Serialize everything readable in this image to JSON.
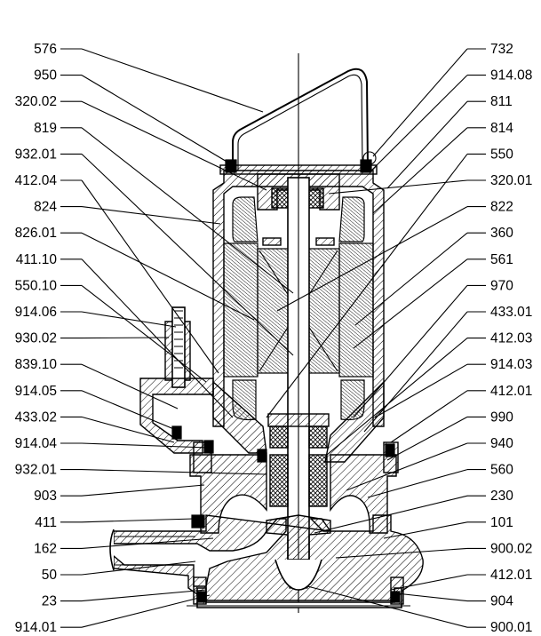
{
  "labels_left": [
    "576",
    "950",
    "320.02",
    "819",
    "932.01",
    "412.04",
    "824",
    "826.01",
    "411.10",
    "550.10",
    "914.06",
    "930.02",
    "839.10",
    "914.05",
    "433.02",
    "914.04",
    "932.01",
    "903",
    "411",
    "162",
    "50",
    "23",
    "914.01"
  ],
  "labels_right": [
    "732",
    "914.08",
    "811",
    "814",
    "550",
    "320.01",
    "822",
    "360",
    "561",
    "970",
    "433.01",
    "412.03",
    "914.03",
    "412.01",
    "990",
    "940",
    "560",
    "230",
    "101",
    "900.02",
    "412.01",
    "904",
    "900.01"
  ]
}
